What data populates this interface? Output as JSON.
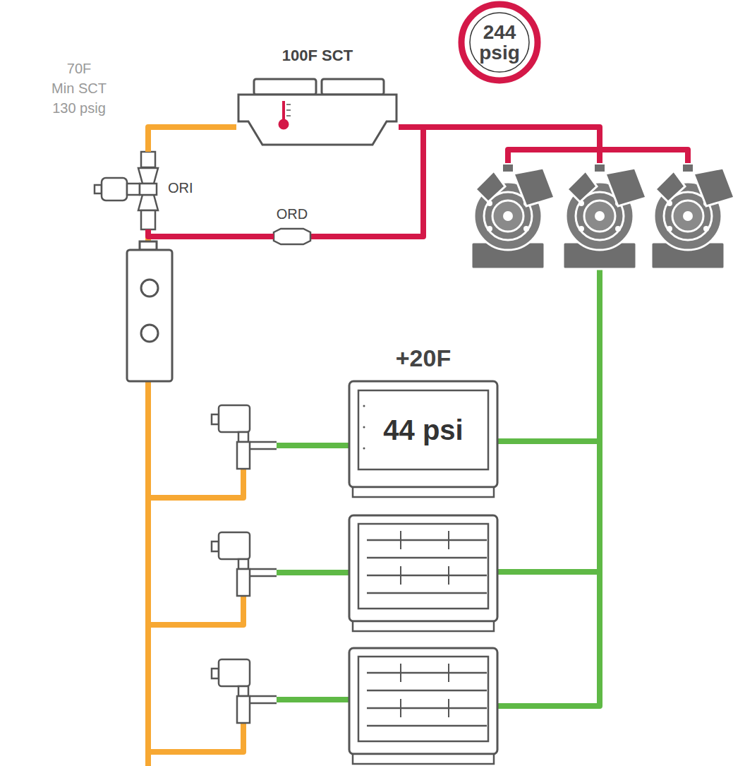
{
  "diagram": {
    "nodes": [
      {
        "text": [
          "100F SCT"
        ]
      },
      {
        "text": [
          "244 psig"
        ]
      },
      {
        "text": [
          "ORI"
        ]
      },
      {
        "text": [
          "ORD"
        ]
      },
      {
        "text": [
          "+20F",
          "44 psi"
        ]
      }
    ],
    "edges": [
      {
        "from": 0,
        "to": 2,
        "arrow": "none"
      },
      {
        "from": 3,
        "to": 2,
        "arrow": "none"
      }
    ],
    "labels": [
      "70F",
      "Min SCT",
      "130 psig"
    ]
  }
}
